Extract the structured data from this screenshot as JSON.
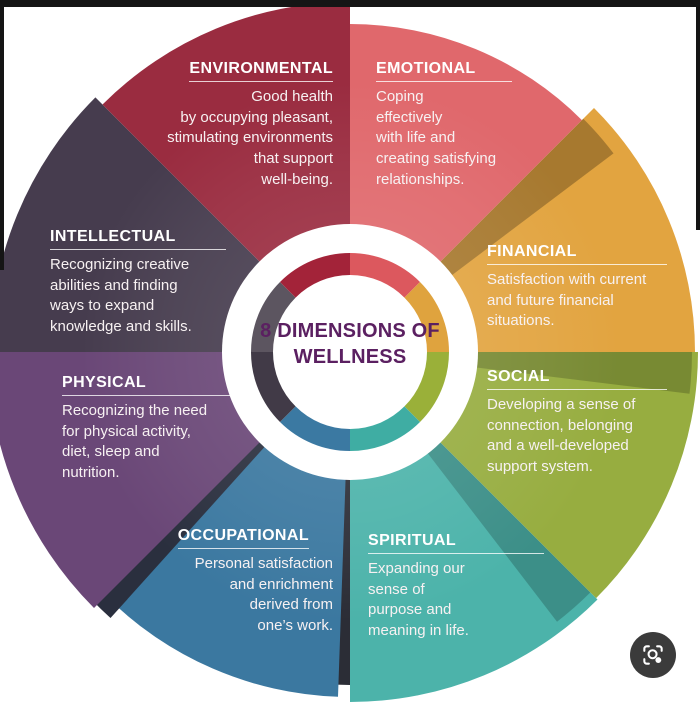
{
  "center": {
    "title": "8 DIMENSIONS OF WELLNESS",
    "title_color": "#5b2061"
  },
  "sections": [
    {
      "id": "emotional",
      "title": "EMOTIONAL",
      "description": "Coping\neffectively\nwith life and\ncreating satisfying\nrelationships.",
      "color": "#e0686c",
      "ring_color": "#dc585e"
    },
    {
      "id": "financial",
      "title": "FINANCIAL",
      "description": "Satisfaction with current\nand future financial\nsituations.",
      "color": "#e2a440",
      "ring_color": "#dfa33e"
    },
    {
      "id": "social",
      "title": "SOCIAL",
      "description": "Developing a sense of\nconnection, belonging\nand a well-developed\nsupport system.",
      "color": "#97ad40",
      "ring_color": "#9ab039"
    },
    {
      "id": "spiritual",
      "title": "SPIRITUAL",
      "description": "Expanding our\nsense of\npurpose and\nmeaning in life.",
      "color": "#4cb3aa",
      "ring_color": "#3fada3"
    },
    {
      "id": "occupational",
      "title": "OCCUPATIONAL",
      "description": "Personal satisfaction\nand enrichment\nderived from\none’s work.",
      "color": "#3b78a0",
      "ring_color": "#3b79a2"
    },
    {
      "id": "physical",
      "title": "PHYSICAL",
      "description": "Recognizing the need\nfor physical activity,\ndiet, sleep and\nnutrition.",
      "color": "#6a4777",
      "ring_color": "#413a47"
    },
    {
      "id": "intellectual",
      "title": "INTELLECTUAL",
      "description": "Recognizing creative\nabilities and finding\nways to expand\nknowledge and skills.",
      "color": "#463c4e",
      "ring_color": "#5c5560"
    },
    {
      "id": "environmental",
      "title": "ENVIRONMENTAL",
      "description": "Good health\nby occupying pleasant,\nstimulating environments\nthat support\nwell-being.",
      "color": "#9a2c40",
      "ring_color": "#a32339"
    }
  ],
  "lens_button": {
    "icon": "lens-search-icon"
  }
}
